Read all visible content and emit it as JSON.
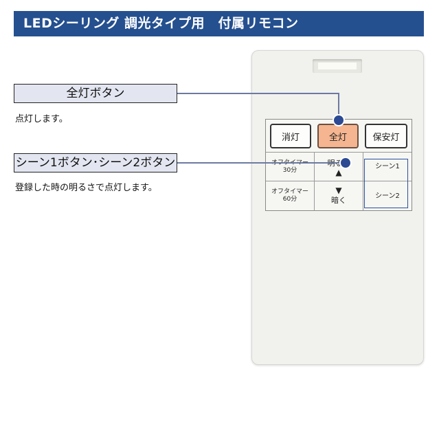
{
  "title": "LEDシーリング 調光タイプ用　付属リモコン",
  "callouts": {
    "full": {
      "label": "全灯ボタン",
      "desc": "点灯します。"
    },
    "scene": {
      "label": "シーン1ボタン･シーン2ボタン",
      "desc": "登録した時の明るさで点灯します。"
    }
  },
  "remote": {
    "buttons": {
      "off": "消灯",
      "full": "全灯",
      "night": "保安灯",
      "timer30_line1": "オフタイマー",
      "timer30_line2": "30分",
      "brighter": "明るく",
      "scene1": "シーン1",
      "timer60_line1": "オフタイマー",
      "timer60_line2": "60分",
      "darker": "暗く",
      "scene2": "シーン2"
    },
    "icons": {
      "up": "triangle-up-icon",
      "down": "triangle-down-icon"
    }
  },
  "colors": {
    "title_bg": "#25508f",
    "full_button": "#f4b590",
    "callout_dot": "#2c4a93",
    "label_bg": "#e3e6f0"
  }
}
